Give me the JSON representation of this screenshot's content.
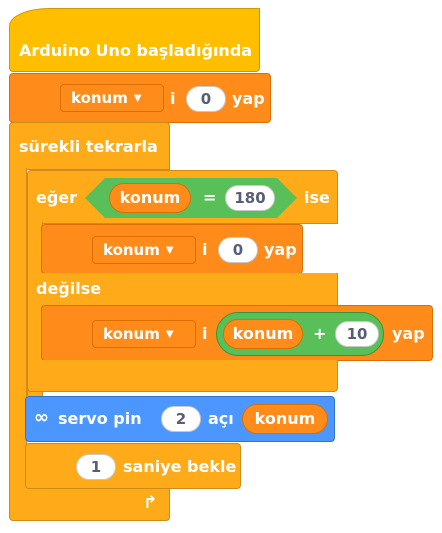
{
  "blocks": {
    "hat_label": "Arduino Uno başladığında",
    "set1": {
      "variable": "konum",
      "connector": "i",
      "value": "0",
      "suffix": "yap"
    },
    "forever_label": "sürekli tekrarla",
    "if": {
      "label": "eğer",
      "left_var": "konum",
      "operator": "=",
      "right_value": "180",
      "then_label": "ise"
    },
    "set2": {
      "variable": "konum",
      "connector": "i",
      "value": "0",
      "suffix": "yap"
    },
    "else_label": "değilse",
    "set3": {
      "variable": "konum",
      "connector": "i",
      "expr_var": "konum",
      "expr_op": "+",
      "expr_value": "10",
      "suffix": "yap"
    },
    "servo": {
      "label": "servo pin",
      "pin": "2",
      "angle_label": "açı",
      "angle_var": "konum",
      "icon": "link-icon"
    },
    "wait": {
      "value": "1",
      "label": "saniye bekle"
    },
    "repeat_icon": "loop-arrow-icon"
  },
  "colors": {
    "event": "#ffbf00",
    "control": "#ffab19",
    "variables": "#ff8c1a",
    "operators": "#59c059",
    "extension": "#4c97ff"
  }
}
